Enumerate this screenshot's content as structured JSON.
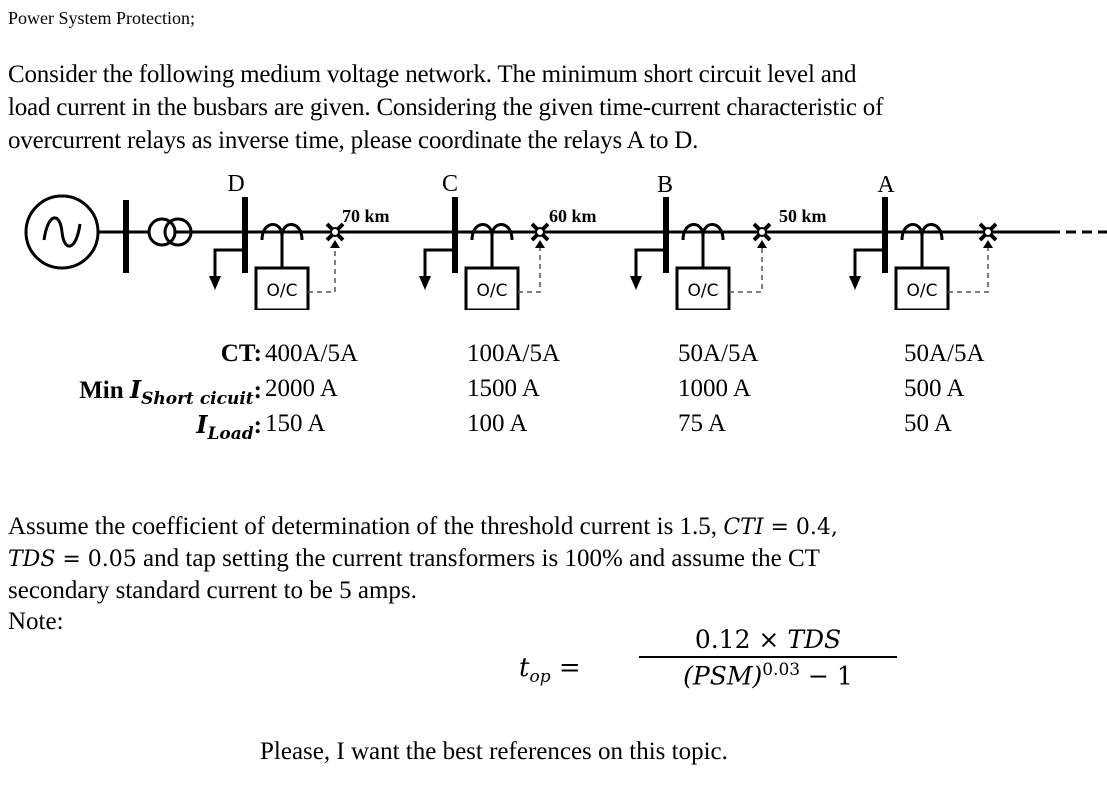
{
  "heading": "Power System Protection;",
  "intro_lines": [
    "Consider the following medium voltage network. The minimum short circuit level and",
    "load current in the busbars are given. Considering the given time-current characteristic of",
    "overcurrent relays as inverse time, please coordinate the relays A to D."
  ],
  "diagram": {
    "bus_labels": [
      "D",
      "C",
      "B",
      "A"
    ],
    "line_lengths": [
      "70 km",
      "60 km",
      "50 km"
    ],
    "relay_label": "O/C",
    "source": "ac-generator",
    "transformer": "two-winding-transformer"
  },
  "table": {
    "row_labels": {
      "ct": "CT:",
      "isc_prefix": "Min ",
      "isc_symbol": "I",
      "isc_sub": "Short cicuit",
      "isc_suffix": ":",
      "iload_symbol": "I",
      "iload_sub": "Load",
      "iload_suffix": ":"
    },
    "columns": [
      {
        "bus": "D",
        "ct": "400A/5A",
        "isc": "2000 A",
        "iload": "150 A"
      },
      {
        "bus": "C",
        "ct": "100A/5A",
        "isc": "1500 A",
        "iload": "100 A"
      },
      {
        "bus": "B",
        "ct": "50A/5A",
        "isc": "1000 A",
        "iload": "75 A"
      },
      {
        "bus": "A",
        "ct": "50A/5A",
        "isc": "500 A",
        "iload": "50 A"
      }
    ]
  },
  "assumptions": {
    "line1_text": "Assume the coefficient of determination of the threshold current is 1.5, ",
    "cti_symbol": "CTI",
    "cti_value": " = 0.4,",
    "tds_symbol": "TDS",
    "tds_value": " = 0.05",
    "line2_text": " and tap setting the current transformers is 100% and assume the CT",
    "line3_text": "secondary standard current to be 5 amps.",
    "note_label": "Note:"
  },
  "formula": {
    "lhs_symbol": "t",
    "lhs_sub": "op",
    "equals": " =",
    "numerator_const": "0.12 × ",
    "numerator_var": "TDS",
    "denominator_base": "(PSM)",
    "denominator_exp": "0.03",
    "denominator_tail": " − 1"
  },
  "closing": "Please, I want the best references on this topic."
}
